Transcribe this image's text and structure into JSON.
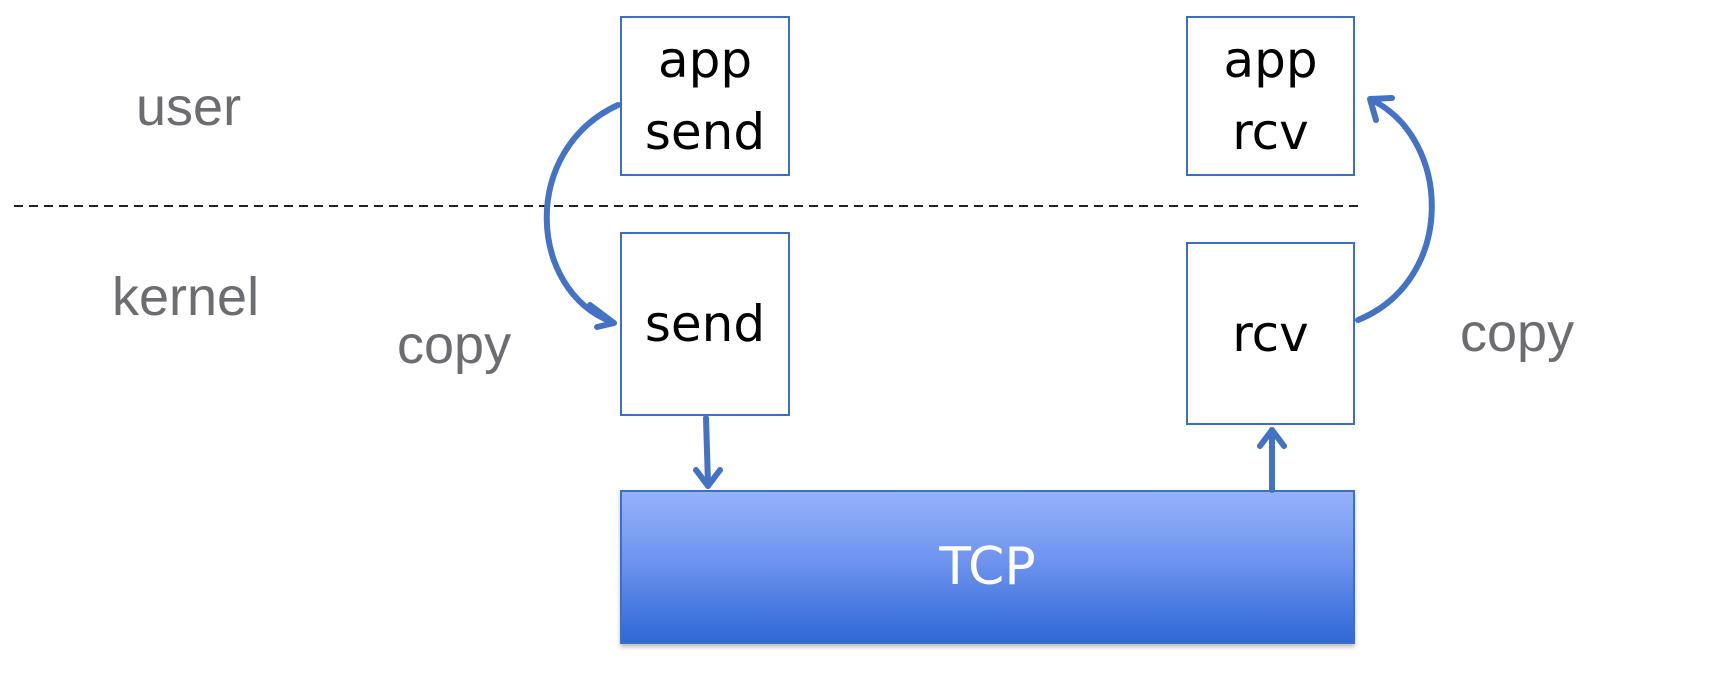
{
  "layers": {
    "user_label": "user",
    "kernel_label": "kernel"
  },
  "left_side": {
    "app_box": [
      "app",
      "send"
    ],
    "kernel_box": "send",
    "copy_label": "copy"
  },
  "right_side": {
    "app_box": [
      "app",
      "rcv"
    ],
    "kernel_box": "rcv",
    "copy_label": "copy"
  },
  "tcp_label": "TCP",
  "colors": {
    "arrow": "#4472c4",
    "box_border": "#3f6fc3",
    "label_gray": "#6b6d71",
    "tcp_top": "#95b1fb",
    "tcp_bottom": "#2f68d6"
  }
}
